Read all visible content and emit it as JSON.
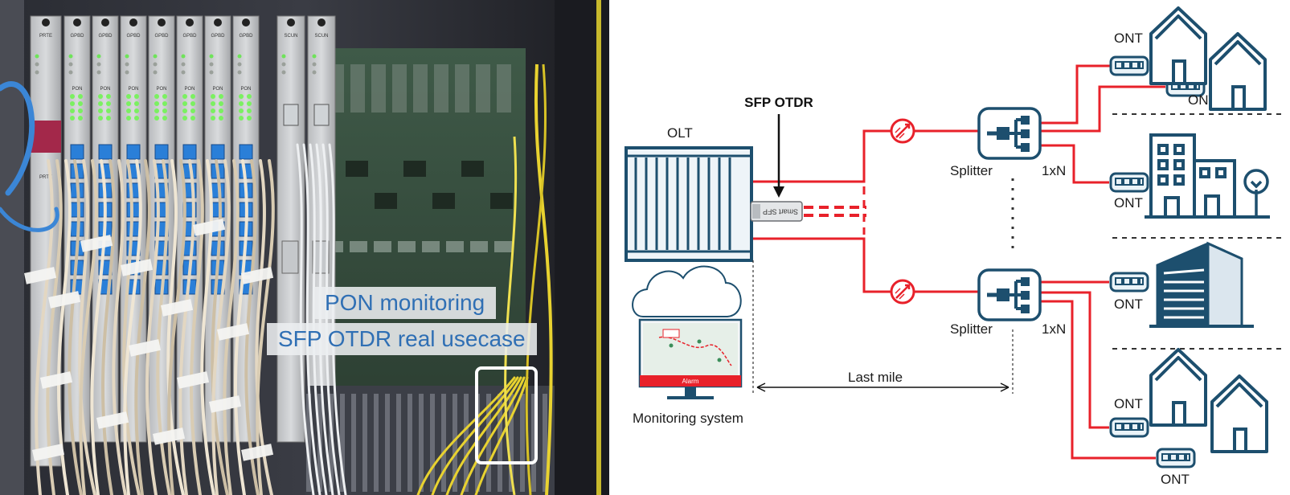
{
  "photo": {
    "caption_line1": "PON monitoring",
    "caption_line2": "SFP OTDR real usecase",
    "module_labels": [
      "PRTE",
      "GPBD",
      "GPBD",
      "GPBD",
      "GPBD",
      "GPBD",
      "GPBD",
      "GPBD",
      "SCUN",
      "SCUN"
    ],
    "lower_label": "PRTE",
    "slot_tag": "PON"
  },
  "diagram": {
    "olt_label": "OLT",
    "sfp_label": "SFP OTDR",
    "sfp_module_text": "Smart SFP",
    "splitter_label": "Splitter",
    "ratio_label": "1xN",
    "ont_label": "ONT",
    "monitoring_label": "Monitoring system",
    "alarm_text": "Alarm",
    "last_mile_label": "Last mile"
  },
  "colors": {
    "fiber_red": "#e8212a",
    "icon_navy": "#1d4f6e",
    "icon_fill": "#e9f1f6",
    "caption_text": "#2f6fb4"
  },
  "icons": [
    "cloud-icon",
    "monitor-icon",
    "splitter-icon",
    "ont-icon",
    "house-icon",
    "office-building-icon",
    "skyscraper-icon",
    "tree-icon",
    "otdr-reflector-icon"
  ]
}
